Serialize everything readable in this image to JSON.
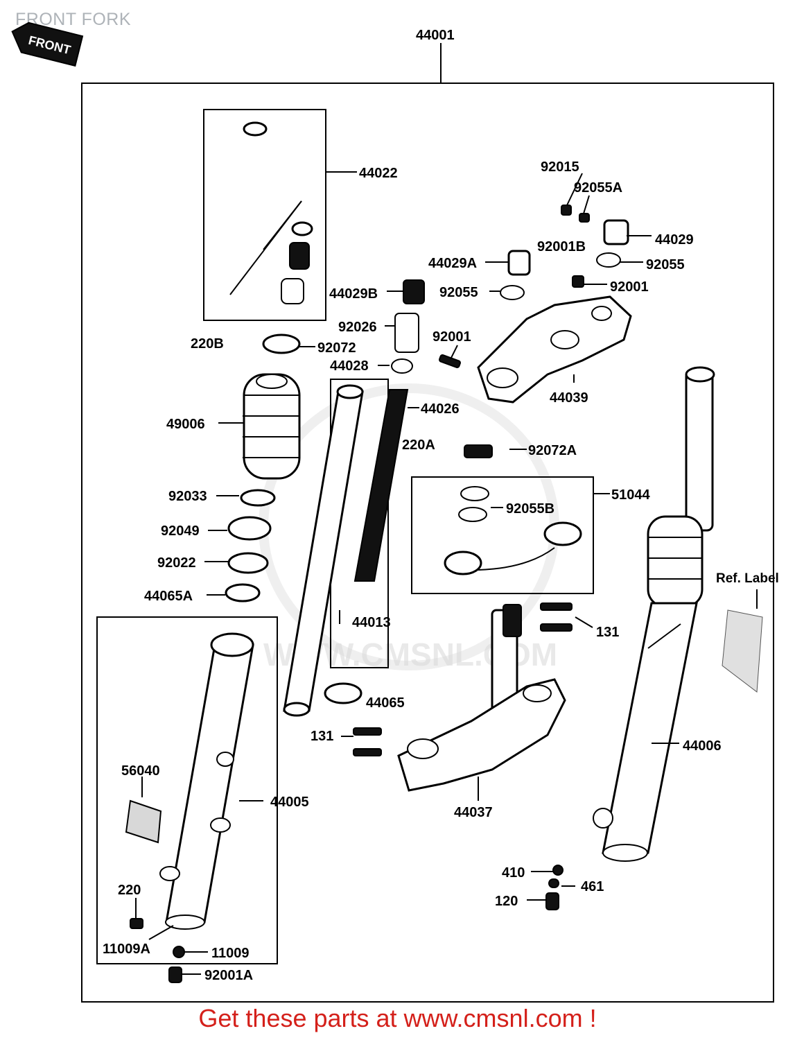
{
  "header": {
    "title": "FRONT FORK",
    "front_badge": "FRONT"
  },
  "watermark": {
    "text": "WWW.CMSNL.COM"
  },
  "footer": {
    "cta": "Get these parts at www.cmsnl.com !"
  },
  "callouts": {
    "c44001": "44001",
    "c44022": "44022",
    "c92015": "92015",
    "c92055A": "92055A",
    "c92001B": "92001B",
    "c44029": "44029",
    "c92055": "92055",
    "c44029A": "44029A",
    "c44029B": "44029B",
    "c92055b": "92055",
    "c92001": "92001",
    "c92026": "92026",
    "c92001b": "92001",
    "c220B": "220B",
    "c92072": "92072",
    "c44028": "44028",
    "c44039": "44039",
    "c44026": "44026",
    "c49006": "49006",
    "c220A": "220A",
    "c92072A": "92072A",
    "c51044": "51044",
    "c92055B": "92055B",
    "c92033": "92033",
    "c92049": "92049",
    "c92022": "92022",
    "c44065A": "44065A",
    "c44013": "44013",
    "cRefLabel": "Ref. Label",
    "c131a": "131",
    "c44065": "44065",
    "c131b": "131",
    "c44006": "44006",
    "c56040": "56040",
    "c44005": "44005",
    "c44037": "44037",
    "c220": "220",
    "c410": "410",
    "c461": "461",
    "c120": "120",
    "c11009A": "11009A",
    "c11009": "11009",
    "c92001A": "92001A"
  }
}
